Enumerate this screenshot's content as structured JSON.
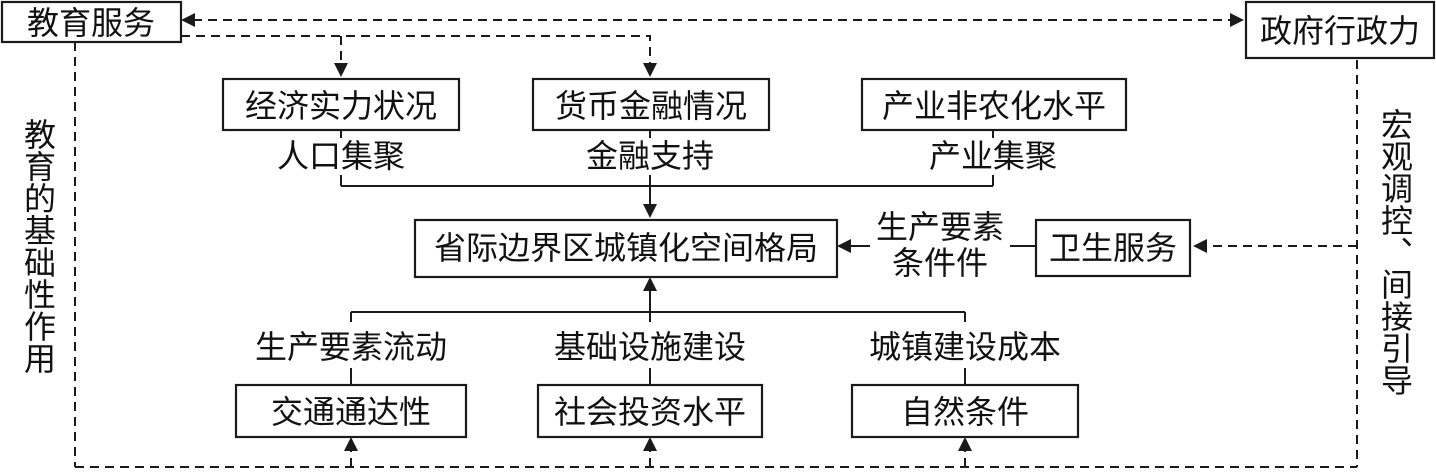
{
  "nodes": {
    "education": "教育服务",
    "government": "政府行政力",
    "economy": "经济实力状况",
    "finance": "货币金融情况",
    "industry": "产业非农化水平",
    "center": "省际边界区城镇化空间格局",
    "health": "卫生服务",
    "transport": "交通通达性",
    "investment": "社会投资水平",
    "nature": "自然条件"
  },
  "labels": {
    "population": "人口集聚",
    "financial_support": "金融支持",
    "industrial_agglomeration": "产业集聚",
    "factor_conditions_1": "生产要素",
    "factor_conditions_2": "条件件",
    "factor_flow": "生产要素流动",
    "infrastructure": "基础设施建设",
    "construction_cost": "城镇建设成本"
  },
  "side_labels": {
    "left": "教育的基础性作用",
    "right": "宏观调控、间接引导"
  }
}
